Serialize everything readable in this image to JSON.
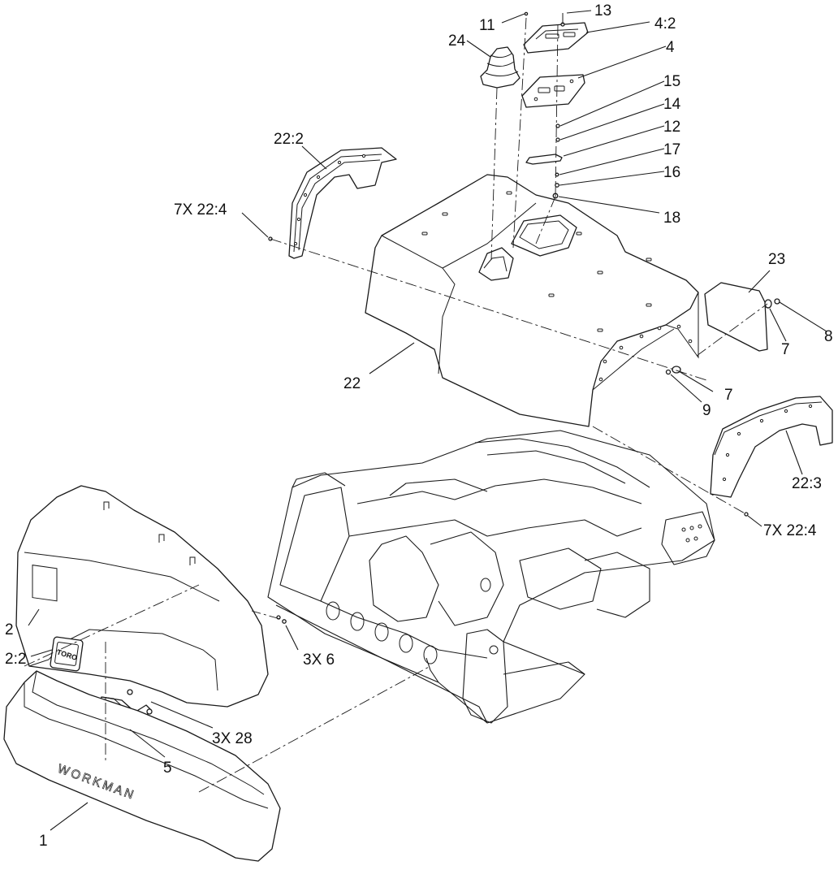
{
  "callouts": {
    "c1": "1",
    "c2": "2",
    "c2_2": "2:2",
    "c3x6": "3X 6",
    "c3x28": "3X 28",
    "c4": "4",
    "c4_2": "4:2",
    "c5": "5",
    "c7a": "7",
    "c7b": "7",
    "c8": "8",
    "c9": "9",
    "c11": "11",
    "c12": "12",
    "c13": "13",
    "c14": "14",
    "c15": "15",
    "c16": "16",
    "c17": "17",
    "c18": "18",
    "c22": "22",
    "c22_2": "22:2",
    "c22_3": "22:3",
    "c7x22_4_left": "7X 22:4",
    "c7x22_4_right": "7X 22:4",
    "c23": "23",
    "c24": "24"
  },
  "embossed": {
    "bumper_text": "WORKMAN",
    "badge_text": "TORO"
  }
}
